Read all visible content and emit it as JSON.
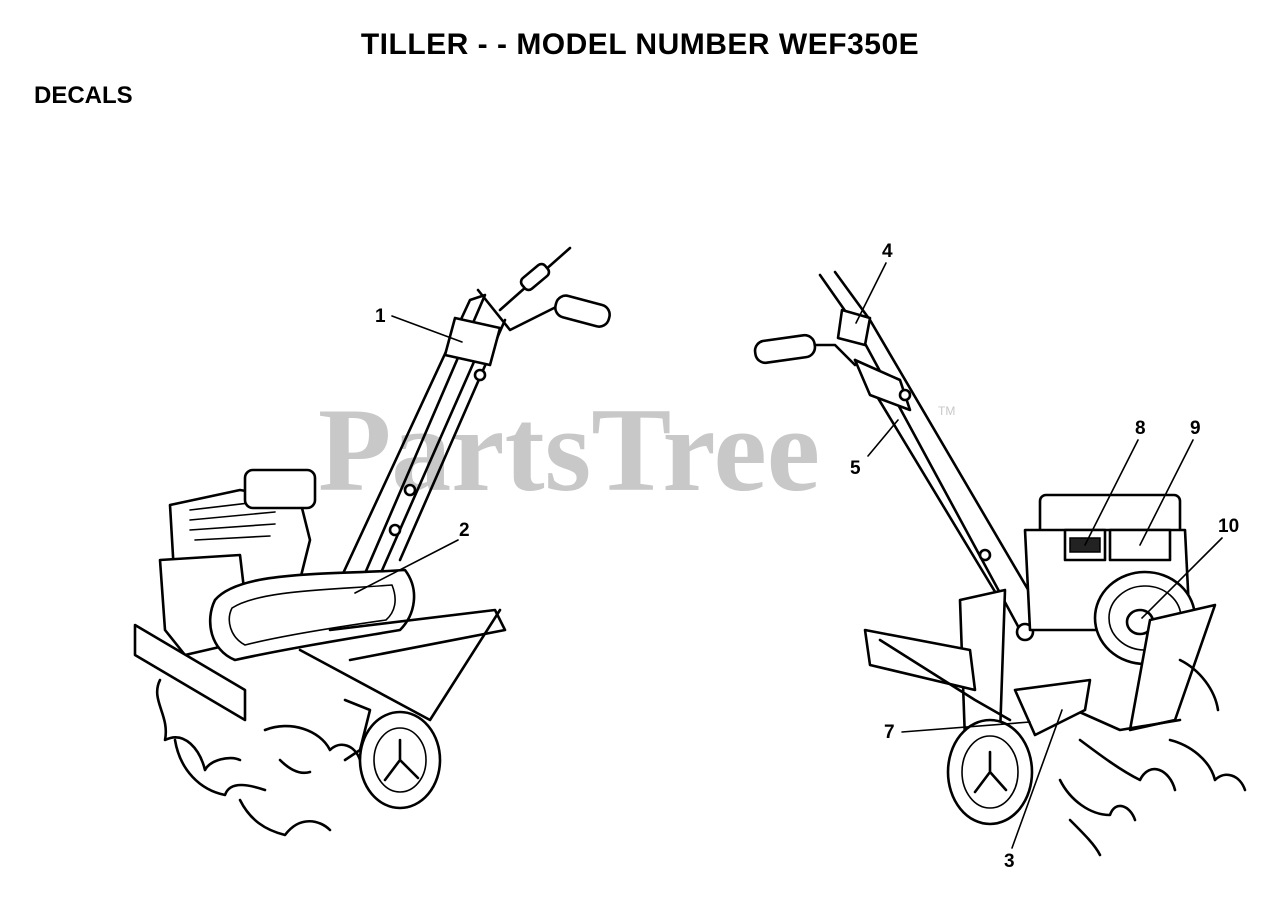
{
  "header": {
    "title": "TILLER - - MODEL NUMBER WEF350E",
    "section": "DECALS"
  },
  "watermark": {
    "text": "PartsTree",
    "trademark": "TM"
  },
  "callouts": [
    "1",
    "2",
    "3",
    "4",
    "5",
    "7",
    "8",
    "9",
    "10"
  ]
}
